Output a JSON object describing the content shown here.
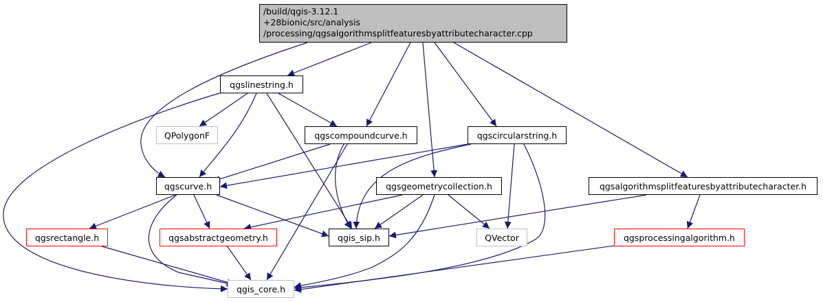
{
  "colors": {
    "edge": "#191970",
    "root_fill": "#bfbfbf",
    "border_default": "#000000",
    "border_external": "#bfbfbf",
    "border_incomplete": "#ff0000"
  },
  "root": {
    "lines": [
      "/build/qgis-3.12.1",
      "+28bionic/src/analysis",
      "/processing/qgsalgorithmsplitfeaturesbyattributecharacter.cpp"
    ]
  },
  "nodes": {
    "linestring": {
      "label": "qgslinestring.h",
      "style": "black"
    },
    "qpolygonf": {
      "label": "QPolygonF",
      "style": "gray"
    },
    "compoundcurve": {
      "label": "qgscompoundcurve.h",
      "style": "black"
    },
    "circularstring": {
      "label": "qgscircularstring.h",
      "style": "black"
    },
    "curve": {
      "label": "qgscurve.h",
      "style": "black"
    },
    "geometrycollection": {
      "label": "qgsgeometrycollection.h",
      "style": "black"
    },
    "algoheader": {
      "label": "qgsalgorithmsplitfeaturesbyattributecharacter.h",
      "style": "black"
    },
    "rectangle": {
      "label": "qgsrectangle.h",
      "style": "red"
    },
    "abstractgeometry": {
      "label": "qgsabstractgeometry.h",
      "style": "red"
    },
    "sip": {
      "label": "qgis_sip.h",
      "style": "black"
    },
    "qvector": {
      "label": "QVector",
      "style": "gray"
    },
    "processingalgorithm": {
      "label": "qgsprocessingalgorithm.h",
      "style": "red"
    },
    "core": {
      "label": "qgis_core.h",
      "style": "gray"
    }
  },
  "edges": [
    [
      "root",
      "linestring"
    ],
    [
      "root",
      "curve"
    ],
    [
      "root",
      "compoundcurve"
    ],
    [
      "root",
      "geometrycollection"
    ],
    [
      "root",
      "circularstring"
    ],
    [
      "root",
      "algoheader"
    ],
    [
      "linestring",
      "core"
    ],
    [
      "linestring",
      "qpolygonf"
    ],
    [
      "linestring",
      "curve"
    ],
    [
      "linestring",
      "sip"
    ],
    [
      "linestring",
      "compoundcurve"
    ],
    [
      "compoundcurve",
      "curve"
    ],
    [
      "compoundcurve",
      "sip"
    ],
    [
      "compoundcurve",
      "core"
    ],
    [
      "circularstring",
      "curve"
    ],
    [
      "circularstring",
      "sip"
    ],
    [
      "circularstring",
      "qvector"
    ],
    [
      "circularstring",
      "core"
    ],
    [
      "geometrycollection",
      "abstractgeometry"
    ],
    [
      "geometrycollection",
      "sip"
    ],
    [
      "geometrycollection",
      "core"
    ],
    [
      "geometrycollection",
      "qvector"
    ],
    [
      "algoheader",
      "sip"
    ],
    [
      "algoheader",
      "processingalgorithm"
    ],
    [
      "processingalgorithm",
      "core"
    ],
    [
      "curve",
      "rectangle"
    ],
    [
      "curve",
      "core"
    ],
    [
      "curve",
      "abstractgeometry"
    ],
    [
      "curve",
      "sip"
    ],
    [
      "rectangle",
      "core"
    ],
    [
      "abstractgeometry",
      "core"
    ]
  ]
}
